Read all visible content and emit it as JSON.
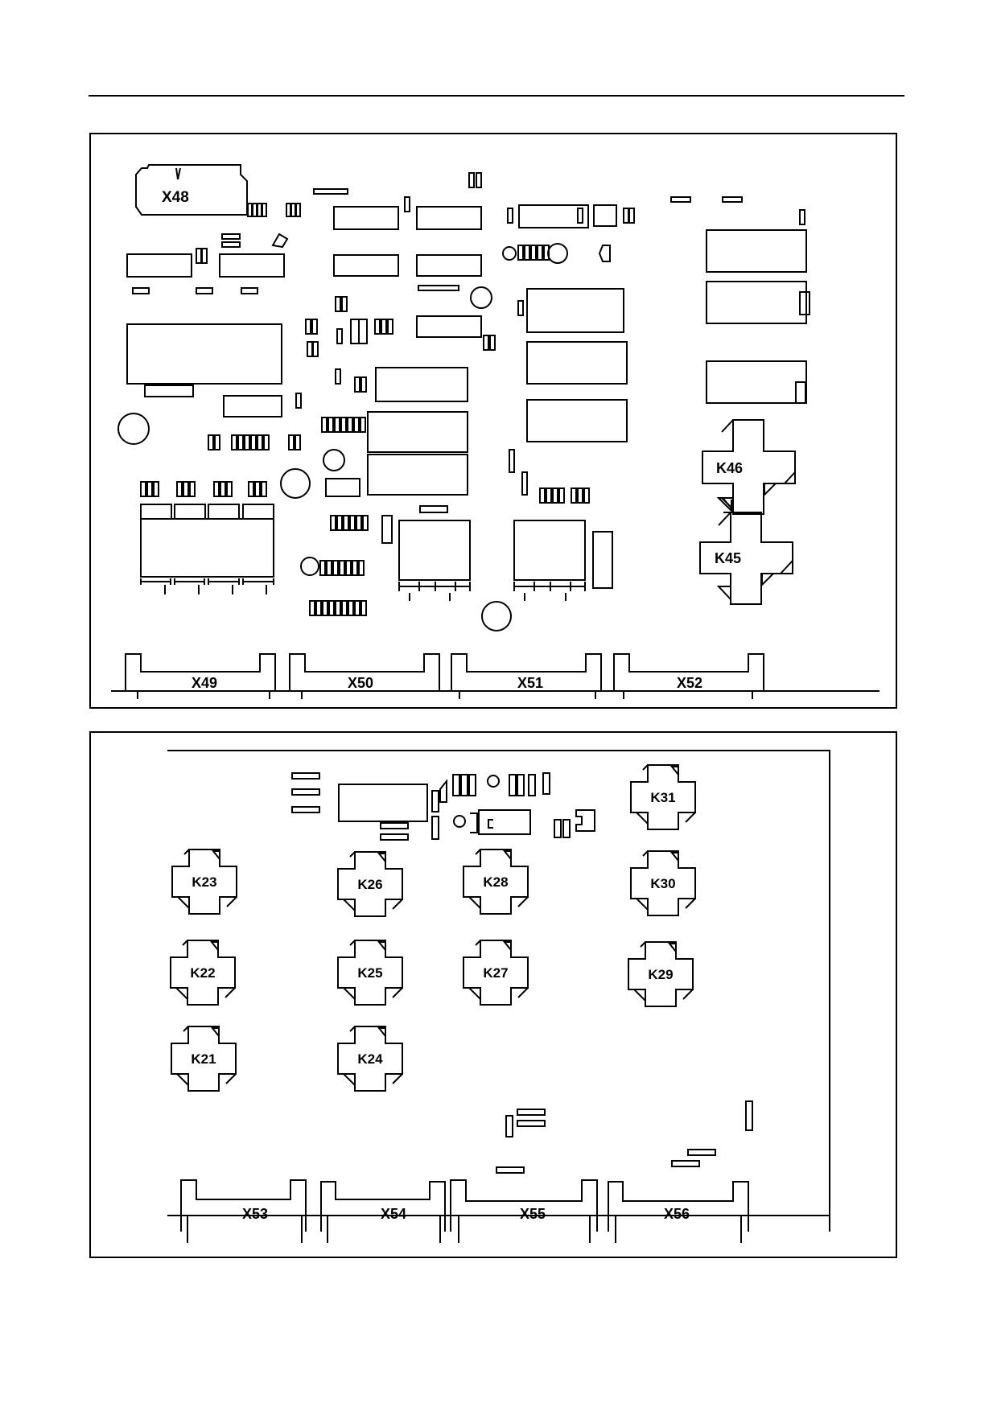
{
  "top_board": {
    "connectors": {
      "x48": "X48",
      "x49": "X49",
      "x50": "X50",
      "x51": "X51",
      "x52": "X52"
    },
    "relays": {
      "k45": "K45",
      "k46": "K46"
    }
  },
  "bottom_board": {
    "connectors": {
      "x53": "X53",
      "x54": "X54",
      "x55": "X55",
      "x56": "X56"
    },
    "relays": {
      "k21": "K21",
      "k22": "K22",
      "k23": "K23",
      "k24": "K24",
      "k25": "K25",
      "k26": "K26",
      "k27": "K27",
      "k28": "K28",
      "k29": "K29",
      "k30": "K30",
      "k31": "K31"
    }
  }
}
